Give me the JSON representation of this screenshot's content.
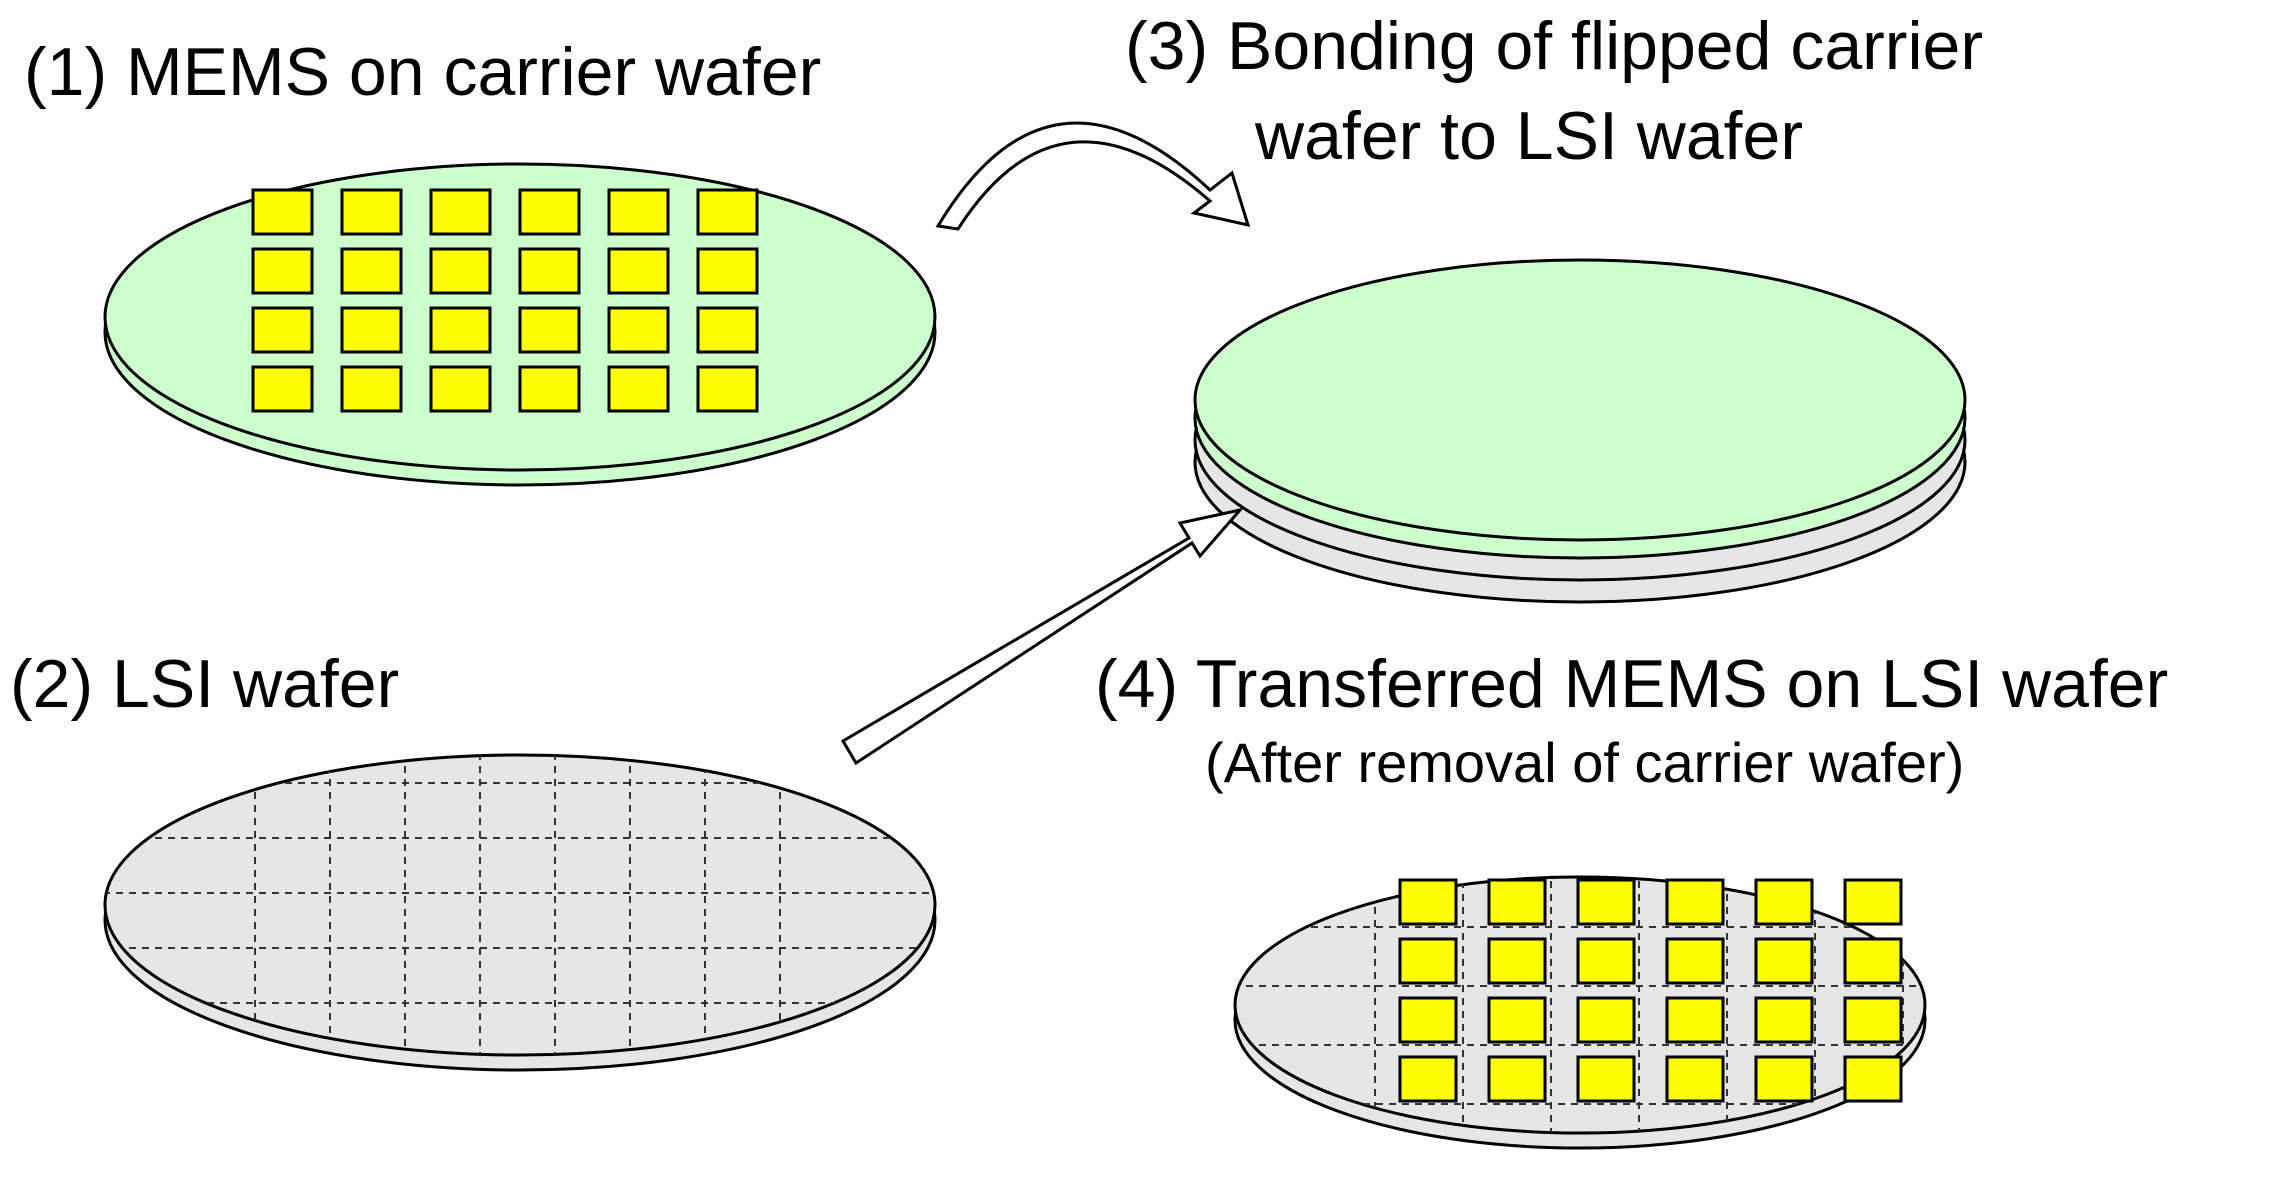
{
  "steps": [
    {
      "number": "(1)",
      "caption": "MEMS on carrier wafer"
    },
    {
      "number": "(2)",
      "caption": "LSI wafer"
    },
    {
      "number": "(3)",
      "caption_line1": "Bonding of flipped carrier",
      "caption_line2": "wafer to LSI wafer"
    },
    {
      "number": "(4)",
      "caption": "Transferred MEMS on LSI wafer",
      "note": "(After removal of carrier wafer)"
    }
  ],
  "colors": {
    "carrier_wafer": "#ccffcc",
    "lsi_wafer": "#e6e6e6",
    "mems_chip": "#ffff00",
    "outline": "#000000",
    "arrow_fill": "#ffffff"
  },
  "mems_array": {
    "rows": 4,
    "columns": 6
  },
  "die_grid": {
    "rows": 5,
    "columns": 7
  }
}
